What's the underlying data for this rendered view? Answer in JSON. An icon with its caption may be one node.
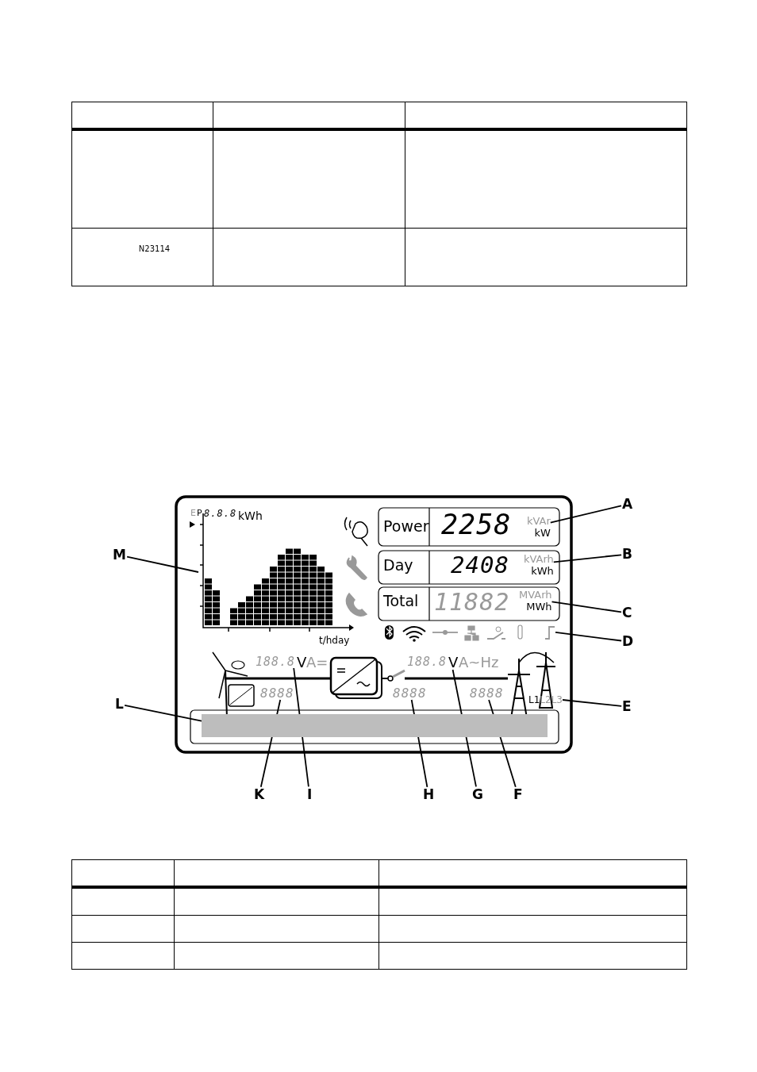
{
  "diagram": {
    "nodes": [
      {
        "text": [
          "A"
        ]
      },
      {
        "text": [
          "B"
        ]
      },
      {
        "text": [
          "C"
        ]
      },
      {
        "text": [
          "D"
        ]
      },
      {
        "text": [
          "E"
        ]
      },
      {
        "text": [
          "F"
        ]
      },
      {
        "text": [
          "G"
        ]
      },
      {
        "text": [
          "H"
        ]
      },
      {
        "text": [
          "I"
        ]
      },
      {
        "text": [
          "K"
        ]
      },
      {
        "text": [
          "L"
        ]
      },
      {
        "text": [
          "M"
        ]
      },
      {
        "text": [
          "kVAr",
          "kW"
        ]
      },
      {
        "text": [
          "kVArh",
          "kWh"
        ]
      },
      {
        "text": [
          "MVArh",
          "MWh"
        ]
      },
      {
        "text": [],
        "shape": "icon"
      },
      {
        "text": [
          "L1",
          "L2",
          "L3"
        ]
      },
      {
        "text": [
          "8888"
        ]
      },
      {
        "text": [
          "V"
        ]
      },
      {
        "text": [
          "8888"
        ]
      },
      {
        "text": [
          "188.8"
        ]
      },
      {
        "text": [
          "8888"
        ]
      },
      {
        "text": [],
        "shape": "bar"
      },
      {
        "text": [],
        "shape": "chart"
      }
    ],
    "edges": [
      {
        "from": 0,
        "to": 12,
        "arrow": "none"
      },
      {
        "from": 1,
        "to": 13,
        "arrow": "none"
      },
      {
        "from": 2,
        "to": 14,
        "arrow": "none"
      },
      {
        "from": 3,
        "to": 15,
        "arrow": "none"
      },
      {
        "from": 4,
        "to": 16,
        "arrow": "none"
      },
      {
        "from": 5,
        "to": 17,
        "arrow": "none"
      },
      {
        "from": 6,
        "to": 18,
        "arrow": "none"
      },
      {
        "from": 7,
        "to": 19,
        "arrow": "none"
      },
      {
        "from": 8,
        "to": 20,
        "arrow": "none"
      },
      {
        "from": 9,
        "to": 21,
        "arrow": "none"
      },
      {
        "from": 10,
        "to": 22,
        "arrow": "none"
      },
      {
        "from": 11,
        "to": 23,
        "arrow": "none"
      }
    ],
    "labels": [
      "N23114",
      "E",
      "P",
      "8.8.8",
      "kWh",
      "Power",
      "2258",
      "Day",
      "2408",
      "Total",
      "11882",
      "t/hday",
      "V",
      "A=",
      "188.8",
      "A~Hz"
    ]
  }
}
